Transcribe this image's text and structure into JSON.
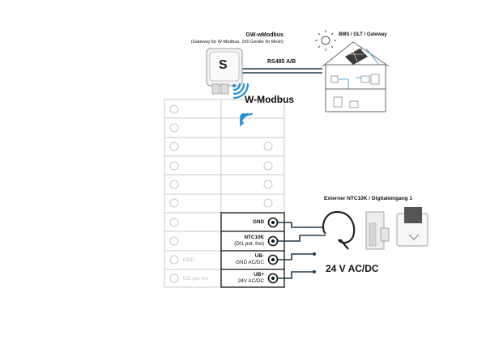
{
  "gateway": {
    "title": "GW-wModbus",
    "subtitle": "(Gateway für W-Modbus, 100 Geräte im Mesh)"
  },
  "bus": {
    "label": "RS485 A/B"
  },
  "bms": {
    "label": "BMS / GLT / Gateway"
  },
  "wireless": {
    "label": "W-Modbus"
  },
  "terminals": {
    "gnd": "GND",
    "ntc_top": "NTC10K",
    "ntc_bottom": "(DI1 pot. frei)",
    "ub_minus_top": "UB-",
    "ub_minus_bottom": "GND AC/DC",
    "ub_plus_top": "UB+",
    "ub_plus_bottom": "24V AC/DC"
  },
  "left_terminals": {
    "gnd": "GND",
    "di2": "DI2",
    "di2_note": "(pot. frei)"
  },
  "external": {
    "label": "Externer NTC10K / Digitaleingang 1"
  },
  "supply": {
    "label": "24 V AC/DC"
  },
  "colors": {
    "wire": "#22384a",
    "wifi": "#1f8fd6",
    "grey": "#c8c8c8",
    "black": "#111111"
  }
}
